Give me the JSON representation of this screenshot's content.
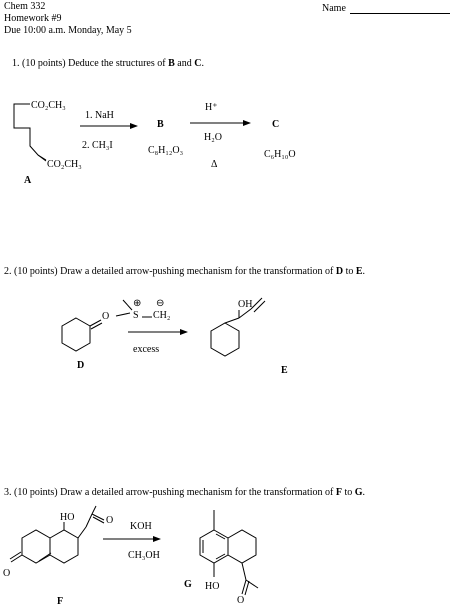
{
  "header": {
    "course": "Chem 332",
    "assignment": "Homework #9",
    "due": "Due 10:00 a.m. Monday, May 5",
    "name_label": "Name"
  },
  "q1": {
    "prompt_prefix": "1.  (10 points) Deduce the structures of ",
    "b": "B",
    "and": " and ",
    "c": "C",
    "period": ".",
    "ester_top": "CO₂CH₃",
    "ester_bottom": "CO₂CH₃",
    "compound_a": "A",
    "reagent_1": "1. NaH",
    "reagent_2": "2. CH₃I",
    "compound_b": "B",
    "formula_b": "C₈H₁₂O₃",
    "acid": "H⁺",
    "water": "H₂O",
    "heat": "Δ",
    "compound_c": "C",
    "formula_c": "C₆H₁₀O"
  },
  "q2": {
    "prompt": "2.  (10 points)  Draw a detailed arrow-pushing mechanism for the transformation of ",
    "d": "D",
    "to": " to ",
    "e": "E",
    "period": ".",
    "oxygen": "O",
    "ylide_s": "S",
    "ylide_ch2": "CH₂",
    "plus": "⊕",
    "minus": "⊖",
    "excess": "excess",
    "compound_d": "D",
    "oh": "OH",
    "compound_e": "E"
  },
  "q3": {
    "prompt": "3.  (10 points)  Draw a detailed arrow-pushing mechanism for the transformation of ",
    "f": "F",
    "to": " to ",
    "g": "G",
    "period": ".",
    "ho_top": "HO",
    "ketone_o": "O",
    "enone_o": "O",
    "reagent_1": "KOH",
    "reagent_2": "CH₃OH",
    "compound_f": "F",
    "compound_g": "G",
    "ho_g": "HO",
    "ketone_g_o": "O"
  }
}
